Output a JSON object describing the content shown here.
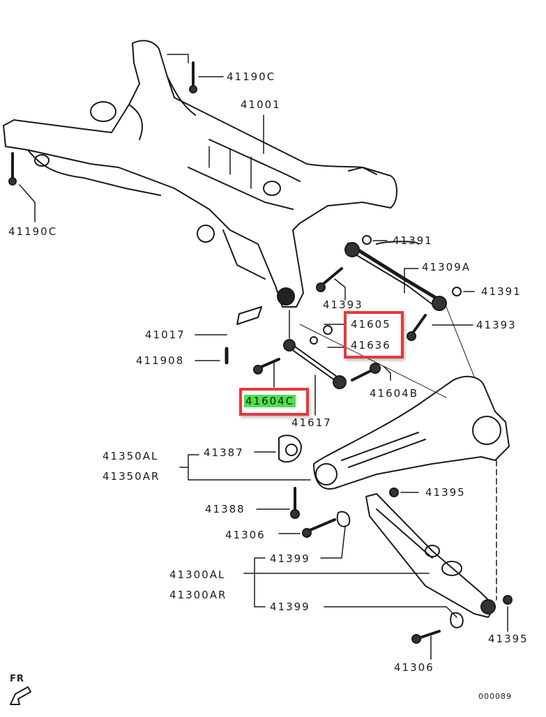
{
  "diagram": {
    "title": "Rear suspension crossmember and arms exploded parts diagram",
    "figure_code": "000089",
    "orientation_label": "FR",
    "highlight_colors": {
      "box_border": "#e8383c",
      "selected_fill": "#4fe04a"
    },
    "labels": {
      "p41190C_top": "41190C",
      "p41001": "41001",
      "p41190C_left": "41190C",
      "p41391_a": "41391",
      "p41309A": "41309A",
      "p41391_b": "41391",
      "p41393_a": "41393",
      "p41605": "41605",
      "p41636": "41636",
      "p41393_b": "41393",
      "p41017": "41017",
      "p41190B": "411908",
      "p41604B": "41604B",
      "p41604C": "41604C",
      "p41617": "41617",
      "p41350AL": "41350AL",
      "p41350AR": "41350AR",
      "p41387": "41387",
      "p41395_a": "41395",
      "p41388": "41388",
      "p41306_a": "41306",
      "p41399_a": "41399",
      "p41300AL": "41300AL",
      "p41300AR": "41300AR",
      "p41399_b": "41399",
      "p41395_b": "41395",
      "p41306_b": "41306"
    },
    "highlighted_groups": [
      {
        "name": "box-41605-41636",
        "parts": [
          "41605",
          "41636"
        ],
        "selected": false
      },
      {
        "name": "box-41604C",
        "parts": [
          "41604C"
        ],
        "selected": true
      }
    ]
  }
}
